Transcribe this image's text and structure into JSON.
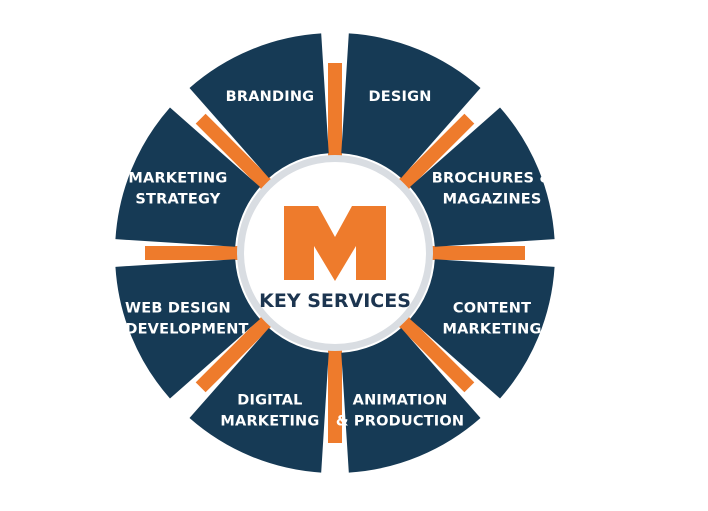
{
  "colors": {
    "segment_fill": "#163a55",
    "connector_fill": "#ee7b2c",
    "logo_fill": "#ee7b2c",
    "center_fill": "#ffffff",
    "ring_fill": "#d9dde2",
    "title_text": "#1c3550",
    "segment_text": "#ffffff"
  },
  "center": {
    "logo_letter": "M",
    "title": "KEY SERVICES"
  },
  "services": [
    {
      "id": "design",
      "lines": [
        "DESIGN"
      ]
    },
    {
      "id": "brochures-magazines",
      "lines": [
        "BROCHURES &",
        "MAGAZINES"
      ]
    },
    {
      "id": "content-marketing",
      "lines": [
        "CONTENT",
        "MARKETING"
      ]
    },
    {
      "id": "animation-production",
      "lines": [
        "ANIMATION",
        "& PRODUCTION"
      ]
    },
    {
      "id": "digital-marketing",
      "lines": [
        "DIGITAL",
        "MARKETING"
      ]
    },
    {
      "id": "web-design-development",
      "lines": [
        "WEB DESIGN",
        "& DEVELOPMENT"
      ]
    },
    {
      "id": "marketing-strategy",
      "lines": [
        "MARKETING",
        "STRATEGY"
      ]
    },
    {
      "id": "branding",
      "lines": [
        "BRANDING"
      ]
    }
  ]
}
